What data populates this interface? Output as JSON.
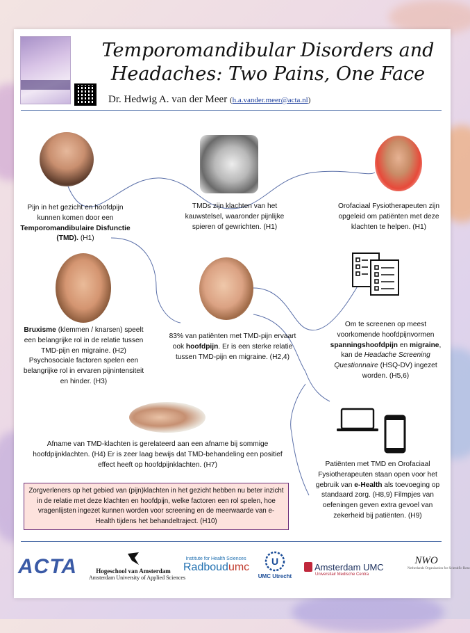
{
  "header": {
    "title_line1": "Temporomandibular Disorders and",
    "title_line2": "Headaches: Two Pains, One Face",
    "author": "Dr. Hedwig A. van der Meer",
    "email_open": "(",
    "email": "h.a.vander.meer@acta.nl",
    "email_close": ")"
  },
  "blocks": {
    "pain_face": {
      "pre": "Pijn in het gezicht en hoofdpijn kunnen komen door een ",
      "bold": "Temporomandibulaire Disfunctie (TMD).",
      "post": " (H1)"
    },
    "tmd_def": {
      "text": "TMDs zijn klachten van het kauwstelsel, waaronder pijnlijke spieren of gewrichten. (H1)"
    },
    "physio": {
      "text": "Orofaciaal Fysiotherapeuten zijn opgeleid om patiënten met deze klachten te helpen. (H1)"
    },
    "bruxism": {
      "bold": "Bruxisme",
      "rest": " (klemmen / knarsen) speelt een belangrijke rol in de relatie tussen TMD-pijn en migraine. (H2) Psychosociale factoren spelen een belangrijke rol in ervaren pijnintensiteit en hinder. (H3)"
    },
    "prevalence": {
      "pre": "83% van patiënten met TMD-pijn ervaart ook ",
      "bold": "hoofdpijn",
      "post": ". Er is een sterke relatie tussen TMD-pijn en migraine. (H2,4)"
    },
    "screening": {
      "pre": "Om te screenen op meest voorkomende hoofdpijnvormen ",
      "bold1": "spanningshoofdpijn",
      "mid": " en ",
      "bold2": "migraine",
      "mid2": ", kan de ",
      "italic": "Headache Screening Questionnaire",
      "post": " (HSQ-DV) ingezet worden. (H5,6)"
    },
    "reduction": {
      "text": "Afname van TMD-klachten is gerelateerd aan een afname bij sommige hoofdpijnklachten. (H4) Er is zeer laag bewijs dat TMD-behandeling een positief effect heeft op hoofdpijnklachten. (H7)"
    },
    "ehealth": {
      "pre": "Patiënten met TMD en Orofaciaal Fysiotherapeuten staan open voor het gebruik van ",
      "bold": "e-Health",
      "post": " als toevoeging op standaard zorg. (H8,9) Filmpjes van oefeningen geven extra gevoel van zekerheid bij patiënten. (H9)"
    },
    "conclusion": {
      "text": "Zorgverleners op het gebied van (pijn)klachten in het gezicht hebben nu beter inzicht in de relatie met deze klachten en hoofdpijn, welke factoren een rol spelen, hoe vragenlijsten ingezet kunnen worden voor screening en de meerwaarde van e-Health tijdens het behandeltraject. (H10)"
    }
  },
  "logos": {
    "acta": "ACTA",
    "hva_name": "Hogeschool van Amsterdam",
    "hva_sub": "Amsterdam University of Applied Sciences",
    "radboud_small": "Institute for Health Sciences",
    "radboud_big1": "Radboud",
    "radboud_big2": "umc",
    "umcu": "UMC Utrecht",
    "amc": "Amsterdam UMC",
    "amc_sub": "Universitair Medische Centra",
    "nwo": "NWO",
    "nwo_sub": "Netherlands Organisation for Scientific Research"
  },
  "colors": {
    "divider": "#4f6fa8",
    "connector": "#5a6fa8",
    "highlight_bg": "#fde2dd",
    "highlight_border": "#6b2e7a"
  }
}
